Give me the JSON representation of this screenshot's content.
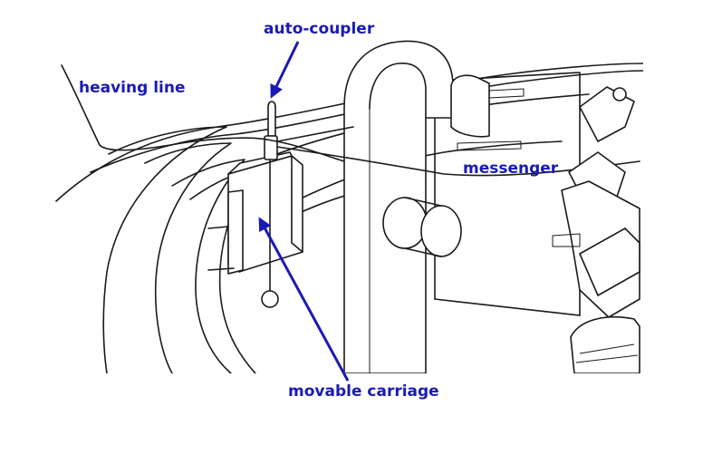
{
  "colors": {
    "label": "#1a1ab5",
    "arrow": "#1a1ab5",
    "line_art": "#1a1a1a",
    "background": "#ffffff"
  },
  "labels": {
    "auto_coupler": "auto-coupler",
    "heaving_line": "heaving line",
    "messenger": "messenger",
    "movable_carriage": "movable carriage"
  }
}
